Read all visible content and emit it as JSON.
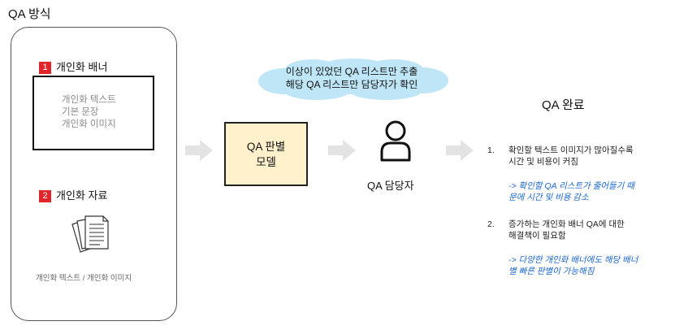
{
  "title": "QA 방식",
  "section1": {
    "number": "1",
    "label": "개인화 배너"
  },
  "banner_lines": [
    "개인화 텍스트",
    "기본 문장",
    "개인화 이미지"
  ],
  "section2": {
    "number": "2",
    "label": "개인화 자료"
  },
  "caption": "개인화 텍스트 / 개인화 이미지",
  "cloud": {
    "line1": "이상이 있었던 QA 리스트만 추출",
    "line2": "해당 QA 리스트만 담당자가 확인"
  },
  "model": {
    "line1": "QA 판별",
    "line2": "모델"
  },
  "person_label": "QA 담당자",
  "done_title": "QA 완료",
  "items": [
    {
      "num": "1.",
      "line1": "확인할 텍스트 이미지가 많아질수록",
      "line2": "시간 및 비용이 커짐",
      "note1": "-> 확인할 QA 리스트가 줄어들기 때",
      "note2": "문에 시간 및 비용 감소"
    },
    {
      "num": "2.",
      "line1": "증가하는 개인화 배너 QA에 대한",
      "line2": "해결책이 필요함",
      "note1": "-> 다양한 개인화 배너에도 해당 배너",
      "note2": "별 빠른 판별이 가능해짐"
    }
  ],
  "colors": {
    "badge": "#e0252b",
    "model_fill": "#fef1cc",
    "cloud_fill": "#bfe6f7",
    "note_text": "#1a66d0",
    "arrow": "#e3e3e3"
  }
}
